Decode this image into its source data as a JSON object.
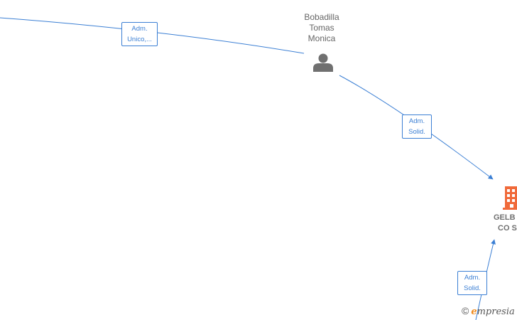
{
  "colors": {
    "edge": "#3b7fd4",
    "person_icon": "#707070",
    "company_icon": "#f06a3a",
    "text": "#666666",
    "brand_accent": "#f08a1c"
  },
  "nodes": {
    "person": {
      "name_lines": [
        "Bobadilla",
        "Tomas",
        "Monica"
      ],
      "icon": "person-icon"
    },
    "company": {
      "name_lines": [
        "GELB",
        "CO S"
      ],
      "icon": "building-icon"
    }
  },
  "edges": [
    {
      "label_lines": [
        "Adm.",
        "Unico,..."
      ]
    },
    {
      "label_lines": [
        "Adm.",
        "Solid."
      ]
    },
    {
      "label_lines": [
        "Adm.",
        "Solid."
      ]
    }
  ],
  "brand": {
    "copyright_symbol": "©",
    "initial": "e",
    "rest": "mpresia"
  }
}
